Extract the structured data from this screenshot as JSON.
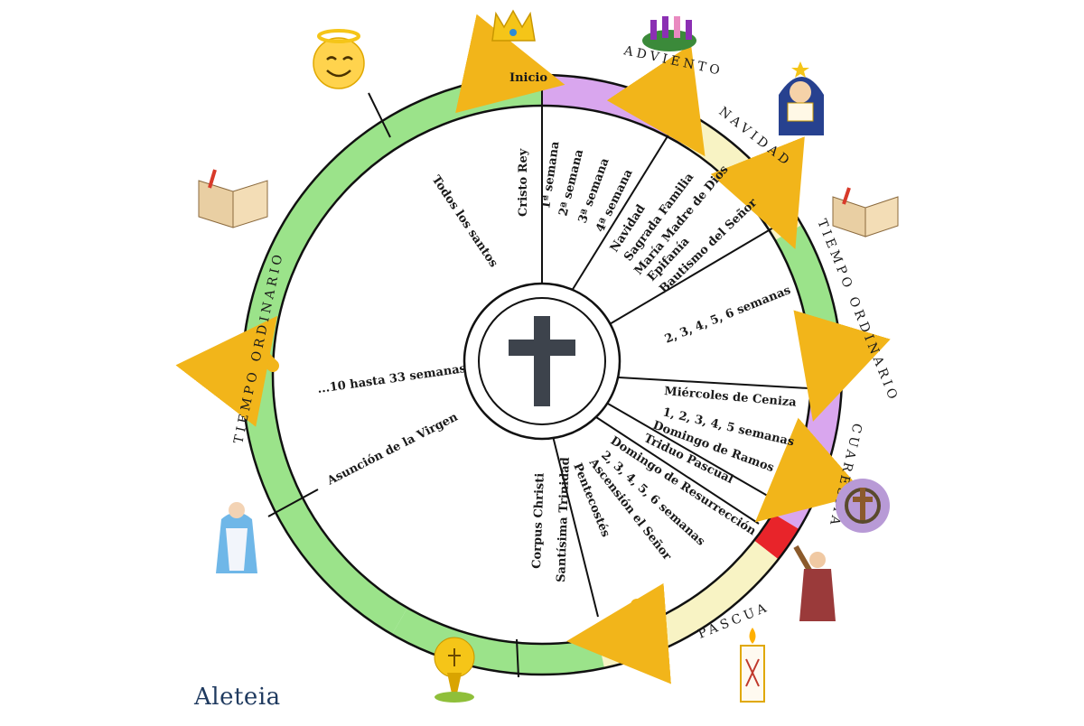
{
  "brand": "Aleteia",
  "start_label": "Inicio",
  "seasons": {
    "adviento": "ADVIENTO",
    "navidad": "NAVIDAD",
    "tiempo_ordinario": "TIEMPO ORDINARIO",
    "cuaresma": "CUARESMA",
    "pascua": "PASCUA"
  },
  "events": {
    "cristo_rey": "Cristo Rey",
    "semana_1": "1ª semana",
    "semana_2": "2ª semana",
    "semana_3": "3ª semana",
    "semana_4": "4ª semana",
    "navidad": "Navidad",
    "sagrada_familia": "Sagrada Familia",
    "maria_madre": "María Madre de Dios",
    "epifania": "Epifanía",
    "bautismo": "Bautismo del Señor",
    "ordinario_semanas": "2, 3, 4, 5, 6 semanas",
    "miercoles_ceniza": "Miércoles de Ceniza",
    "cuaresma_semanas": "1, 2, 3, 4, 5 semanas",
    "domingo_ramos": "Domingo de Ramos",
    "triduo": "Triduo Pascual",
    "resurreccion": "Domingo de Resurrección",
    "pascua_semanas": "2, 3, 4, 5, 6 semanas",
    "ascension": "Ascensión el Señor",
    "pentecostes": "Pentecostés",
    "trinidad": "Santísima Trinidad",
    "corpus": "Corpus Christi",
    "asuncion": "Asunción de la Virgen",
    "hasta_33": "...10 hasta 33 semanas",
    "todos_santos": "Todos los santos"
  },
  "colors": {
    "ordinario": "#9be38a",
    "adviento": "#d9a6ee",
    "navidad": "#f8f3c4",
    "cuaresma": "#d9a6ee",
    "triduo": "#e8242a",
    "pascua": "#f8f3c4",
    "arrow": "#f2b51a",
    "cross": "#3d434c"
  },
  "icons": [
    "angel-icon",
    "crown-icon",
    "advent-wreath-icon",
    "nativity-icon",
    "bible-icon",
    "crown-of-thorns-icon",
    "jesus-cross-icon",
    "paschal-candle-icon",
    "chalice-icon",
    "virgin-mary-icon"
  ]
}
